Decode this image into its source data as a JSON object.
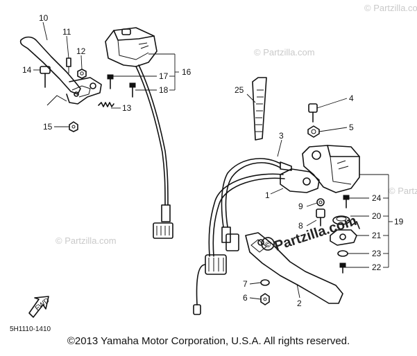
{
  "diagram": {
    "part_code": "5H1110-1410",
    "fwd_label": "FWD",
    "watermark": "© Partzilla.com",
    "watermark_center": "Partzilla.com",
    "copyright": "©2013  Yamaha Motor Corporation, U.S.A. All rights reserved.",
    "part_numbers": [
      "1",
      "2",
      "3",
      "4",
      "5",
      "6",
      "7",
      "8",
      "9",
      "10",
      "11",
      "12",
      "13",
      "14",
      "15",
      "16",
      "17",
      "18",
      "19",
      "20",
      "21",
      "22",
      "23",
      "24",
      "25"
    ]
  }
}
